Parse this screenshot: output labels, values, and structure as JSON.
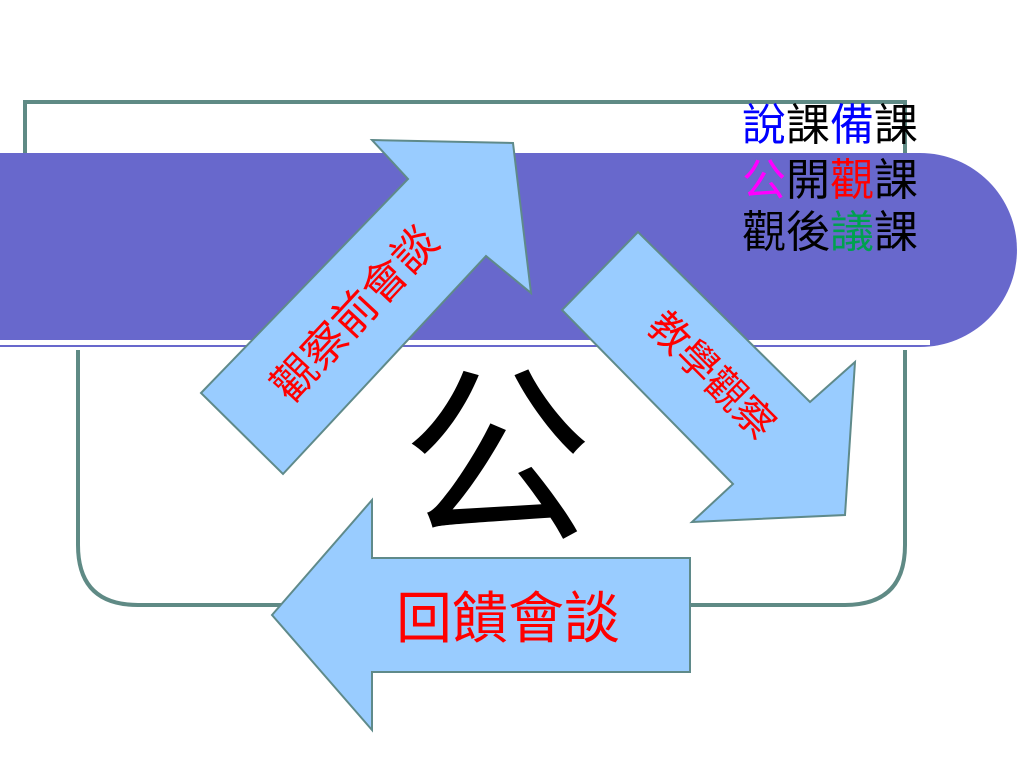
{
  "title_block": {
    "line1": [
      {
        "text": "說",
        "color": "#0000ff"
      },
      {
        "text": "課",
        "color": "#000000"
      },
      {
        "text": "備",
        "color": "#0000ff"
      },
      {
        "text": "課",
        "color": "#000000"
      }
    ],
    "line2": [
      {
        "text": "公",
        "color": "#ff00ff"
      },
      {
        "text": "開",
        "color": "#000000"
      },
      {
        "text": "觀",
        "color": "#ff0000"
      },
      {
        "text": "課",
        "color": "#000000"
      }
    ],
    "line3": [
      {
        "text": "觀",
        "color": "#000000"
      },
      {
        "text": "後",
        "color": "#000000"
      },
      {
        "text": "議",
        "color": "#00a050"
      },
      {
        "text": "課",
        "color": "#000000"
      }
    ]
  },
  "center_char": "公",
  "arrows": {
    "pre_observation": "觀察前會談",
    "observation": "教學觀察",
    "feedback": "回饋會談"
  },
  "colors": {
    "band": "#6868cc",
    "frame": "#5f8a85",
    "arrow_fill": "#99ccff",
    "arrow_stroke": "#5f8a8a",
    "arrow_text": "#ff0000"
  }
}
